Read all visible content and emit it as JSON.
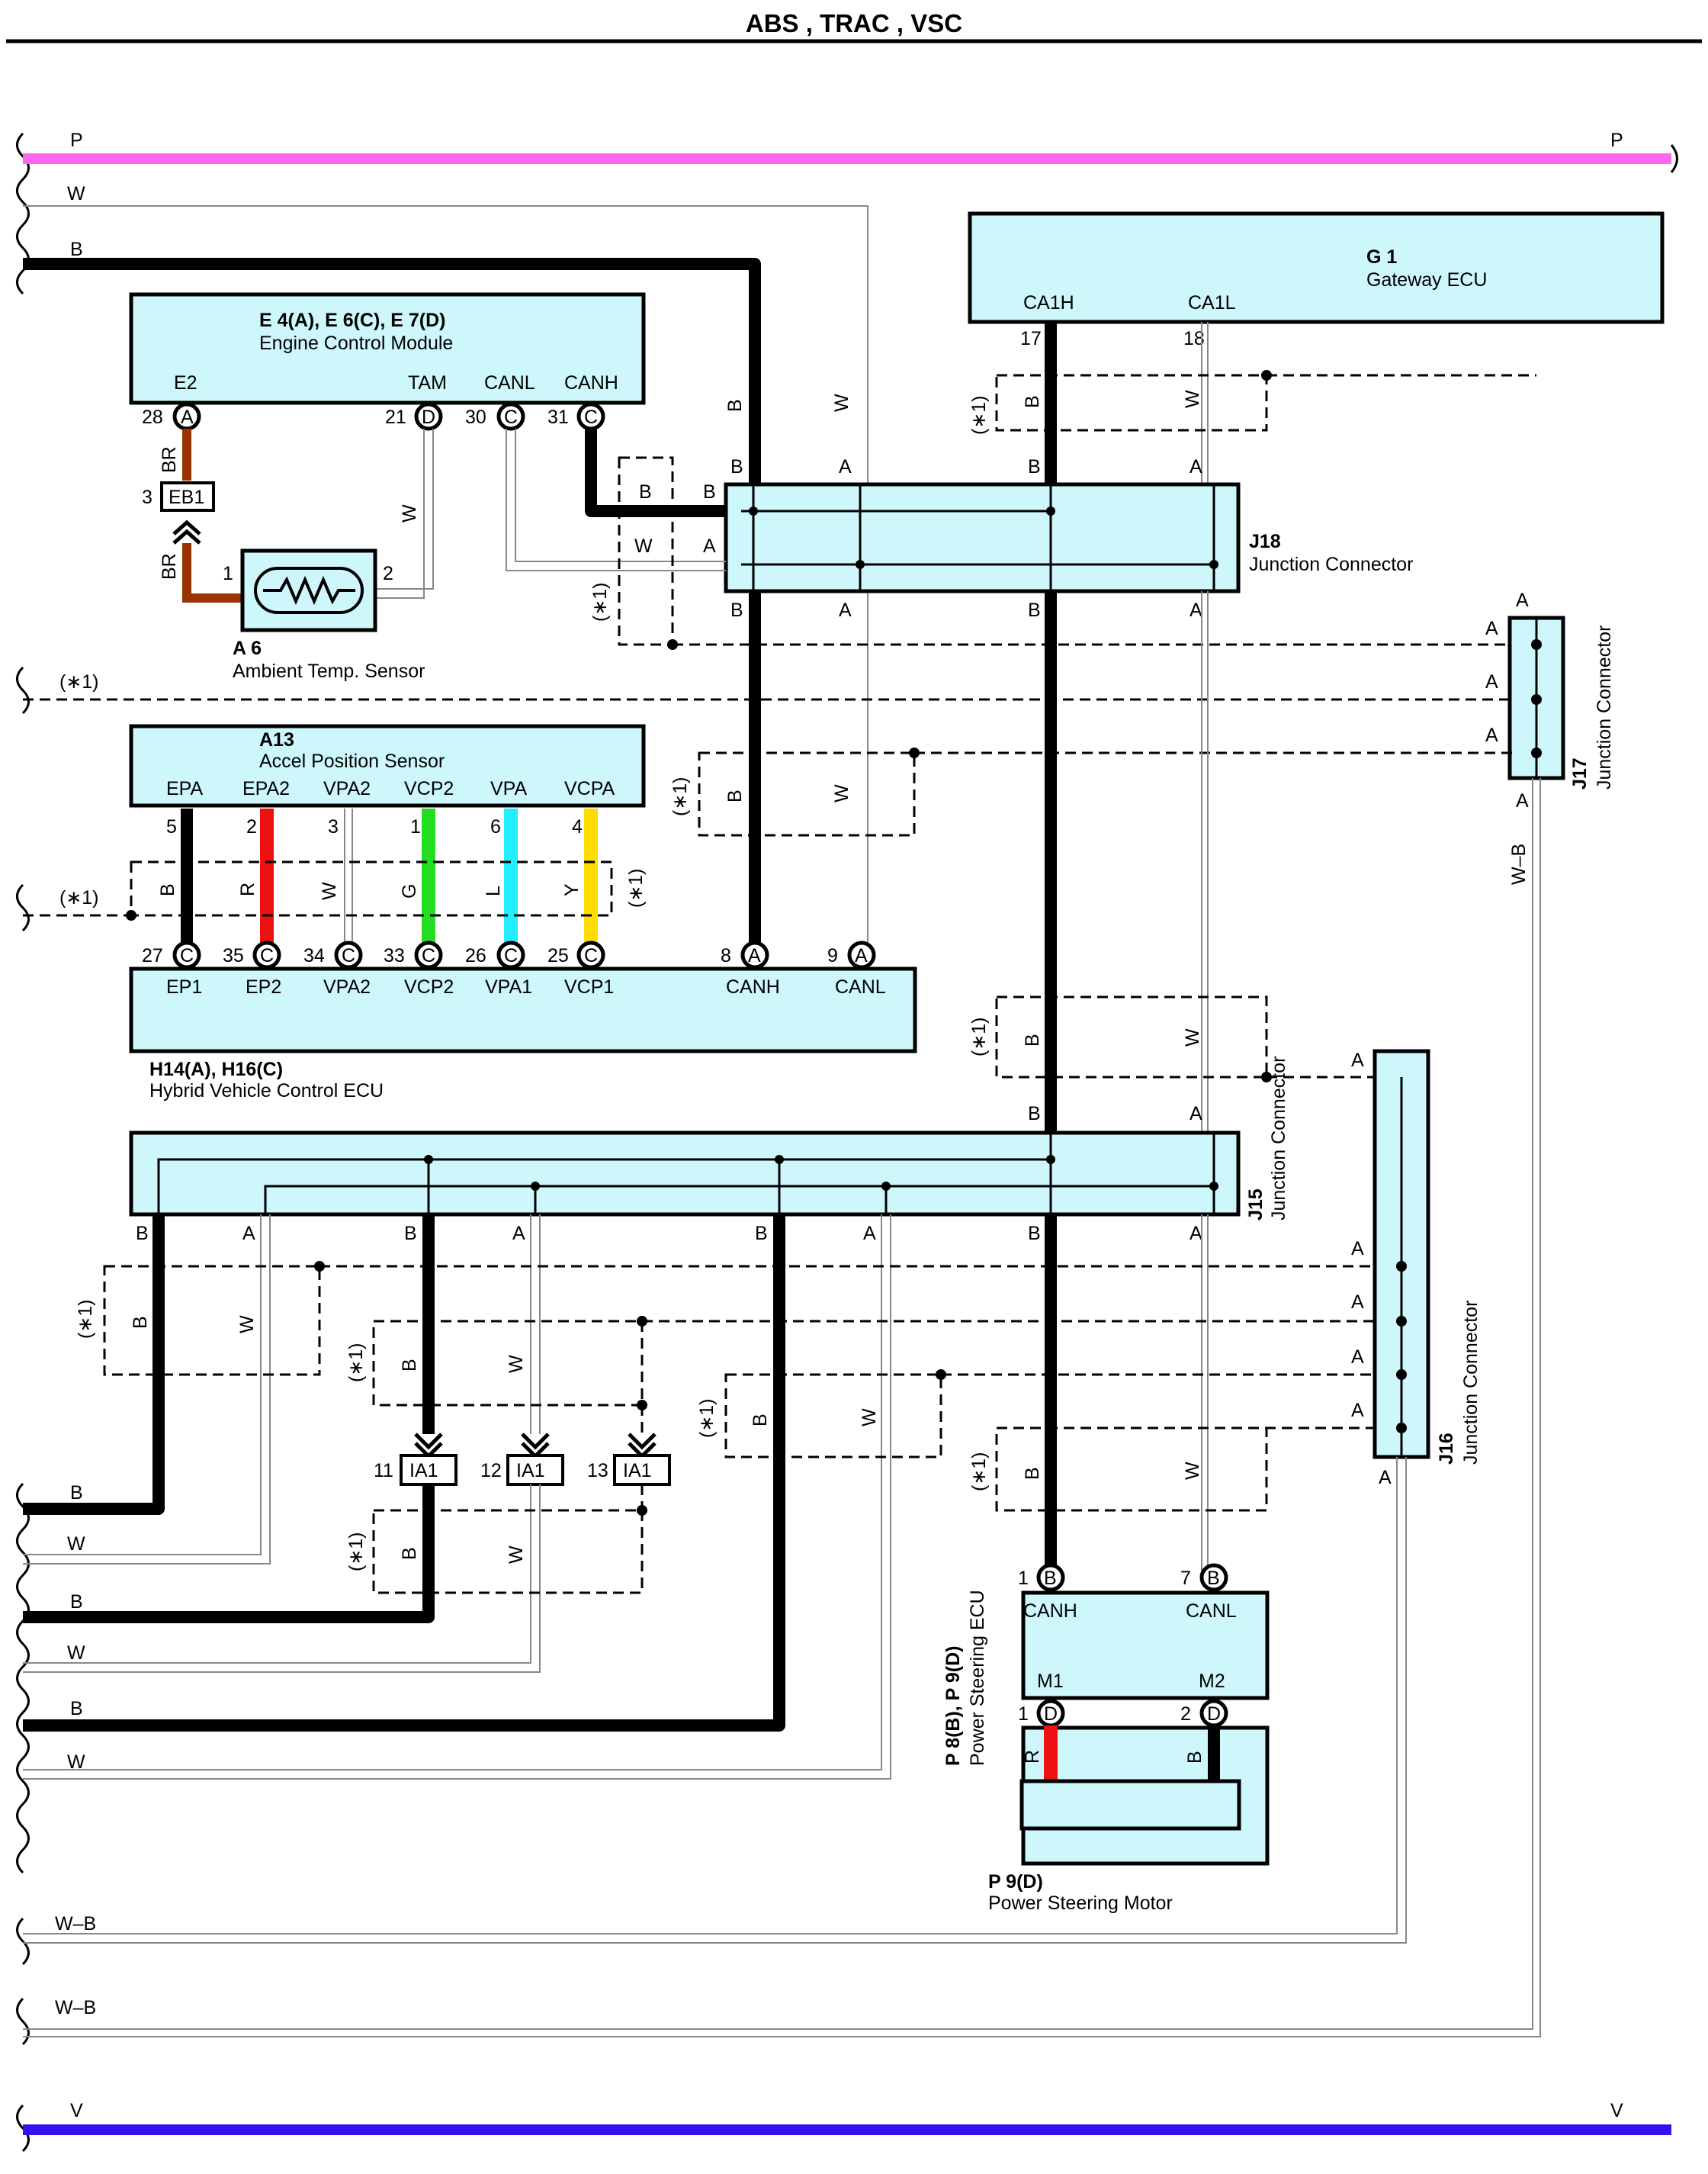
{
  "title": "ABS , TRAC , VSC",
  "bus_labels": {
    "top": "P",
    "bottom": "V",
    "wb": "W–B",
    "w": "W",
    "b": "B",
    "note": "(∗1)"
  },
  "colors": {
    "bus_top": "#ff66ee",
    "bus_bottom": "#3311ee",
    "component_fill": "#cdf7fb",
    "brown": "#993300",
    "red": "#ee1111",
    "green": "#22dd22",
    "cyan": "#22eeff",
    "yellow": "#ffdd00",
    "black": "#000000"
  },
  "components": {
    "ecm": {
      "code": "E 4(A), E 6(C), E 7(D)",
      "name": "Engine Control Module",
      "pins": [
        "E2",
        "TAM",
        "CANL",
        "CANH"
      ],
      "nums": [
        "28",
        "21",
        "30",
        "31"
      ],
      "letters": [
        "A",
        "D",
        "C",
        "C"
      ]
    },
    "gateway": {
      "code": "G 1",
      "name": "Gateway ECU",
      "pins": [
        "CA1H",
        "CA1L"
      ],
      "nums": [
        "17",
        "18"
      ]
    },
    "eb1": {
      "label": "EB1",
      "num": "3"
    },
    "sensor": {
      "code": "A 6",
      "name": "Ambient Temp.  Sensor",
      "nums": [
        "1",
        "2"
      ]
    },
    "j18": {
      "code": "J18",
      "name": "Junction Connector"
    },
    "j17": {
      "code": "J17",
      "name": "Junction Connector"
    },
    "j15": {
      "code": "J15",
      "name": "Junction Connector"
    },
    "j16": {
      "code": "J16",
      "name": "Junction Connector"
    },
    "aps": {
      "code": "A13",
      "name": "Accel Position Sensor",
      "pins": [
        "EPA",
        "EPA2",
        "VPA2",
        "VCP2",
        "VPA",
        "VCPA"
      ],
      "nums": [
        "5",
        "2",
        "3",
        "1",
        "6",
        "4"
      ]
    },
    "hv": {
      "code": "H14(A), H16(C)",
      "name": "Hybrid Vehicle Control ECU",
      "pins": [
        "EP1",
        "EP2",
        "VPA2",
        "VCP2",
        "VPA1",
        "VCP1",
        "CANH",
        "CANL"
      ],
      "nums": [
        "27",
        "35",
        "34",
        "33",
        "26",
        "25",
        "8",
        "9"
      ],
      "letters": [
        "C",
        "C",
        "C",
        "C",
        "C",
        "C",
        "A",
        "A"
      ]
    },
    "ia1": {
      "label": "IA1",
      "nums": [
        "11",
        "12",
        "13"
      ]
    },
    "ps_ecu": {
      "code": "P 8(B), P 9(D)",
      "name": "Power Steering ECU",
      "pins": [
        "CANH",
        "CANL",
        "M1",
        "M2"
      ],
      "nums": [
        "1",
        "7",
        "1",
        "2"
      ],
      "letters": [
        "B",
        "B",
        "D",
        "D"
      ]
    },
    "ps_motor": {
      "code": "P 9(D)",
      "name": "Power Steering Motor"
    }
  },
  "wire_colors": [
    "BR",
    "W",
    "B",
    "R",
    "G",
    "L",
    "Y",
    "W–B"
  ],
  "letters": {
    "A": "A",
    "B": "B",
    "C": "C",
    "D": "D"
  }
}
